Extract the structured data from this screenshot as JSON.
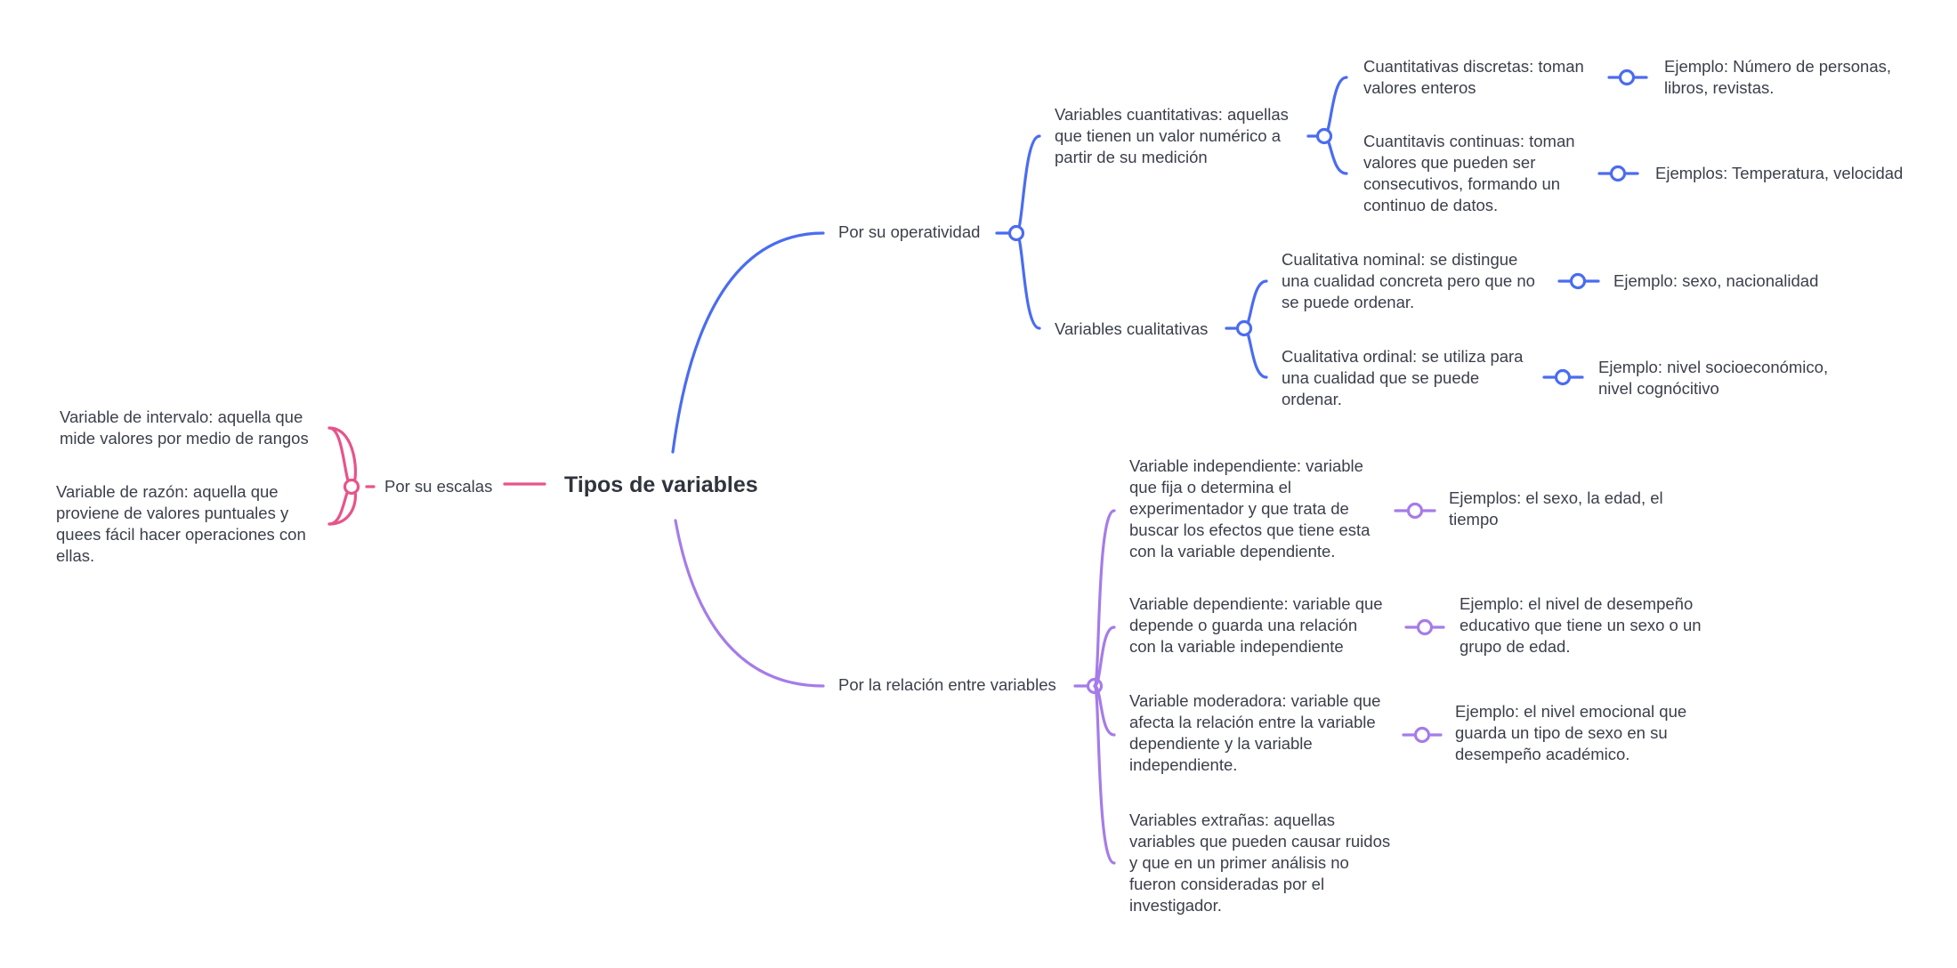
{
  "root": {
    "label": "Tipos de variables"
  },
  "branches": {
    "operatividad": {
      "label": "Por su operatividad",
      "cuantitativas": {
        "label": [
          "Variables cuantitativas: aquellas",
          "que tienen un valor numérico a",
          "partir de su medición"
        ],
        "discretas": {
          "label": [
            "Cuantitativas discretas: toman",
            "valores enteros"
          ],
          "example": [
            "Ejemplo: Número de personas,",
            "libros, revistas."
          ]
        },
        "continuas": {
          "label": [
            "Cuantitavis continuas: toman",
            "valores que pueden ser",
            "consecutivos, formando un",
            "continuo de datos."
          ],
          "example": [
            "Ejemplos: Temperatura, velocidad"
          ]
        }
      },
      "cualitativas": {
        "label": "Variables cualitativas",
        "nominal": {
          "label": [
            "Cualitativa nominal: se distingue",
            "una cualidad concreta pero que no",
            "se puede ordenar."
          ],
          "example": [
            "Ejemplo: sexo, nacionalidad"
          ]
        },
        "ordinal": {
          "label": [
            "Cualitativa ordinal: se utiliza para",
            "una cualidad que se puede",
            "ordenar."
          ],
          "example": [
            "Ejemplo: nivel socioeconómico,",
            "nivel cognócitivo"
          ]
        }
      }
    },
    "escalas": {
      "label": "Por su escalas",
      "intervalo": {
        "label": [
          "Variable de intervalo: aquella que",
          "mide valores por medio de rangos"
        ]
      },
      "razon": {
        "label": [
          "Variable de razón: aquella que",
          "proviene de valores puntuales y",
          "quees fácil hacer operaciones con",
          "ellas."
        ]
      }
    },
    "relacion": {
      "label": "Por la relación entre variables",
      "independiente": {
        "label": [
          "Variable independiente: variable",
          "que fija o determina el",
          "experimentador y que trata de",
          "buscar los efectos que tiene esta",
          "con la variable dependiente."
        ],
        "example": [
          "Ejemplos: el sexo, la edad, el",
          "tiempo"
        ]
      },
      "dependiente": {
        "label": [
          "Variable dependiente: variable que",
          "depende o guarda una relación",
          "con la variable independiente"
        ],
        "example": [
          "Ejemplo: el nivel de desempeño",
          "educativo que tiene un sexo o un",
          "grupo de edad."
        ]
      },
      "moderadora": {
        "label": [
          "Variable moderadora: variable que",
          "afecta la relación entre la variable",
          "dependiente y la variable",
          "independiente."
        ],
        "example": [
          "Ejemplo: el nivel emocional que",
          "guarda un tipo de sexo en su",
          "desempeño académico."
        ]
      },
      "extranas": {
        "label": [
          "Variables extrañas: aquellas",
          "variables que pueden causar ruidos",
          "y que en un primer análisis no",
          "fueron consideradas por el",
          "investigador."
        ]
      }
    }
  },
  "colors": {
    "blue": "#4a6cf0",
    "pink": "#e8538a",
    "purple": "#a57ce8",
    "text": "#3b3f4a",
    "background": "#ffffff"
  }
}
